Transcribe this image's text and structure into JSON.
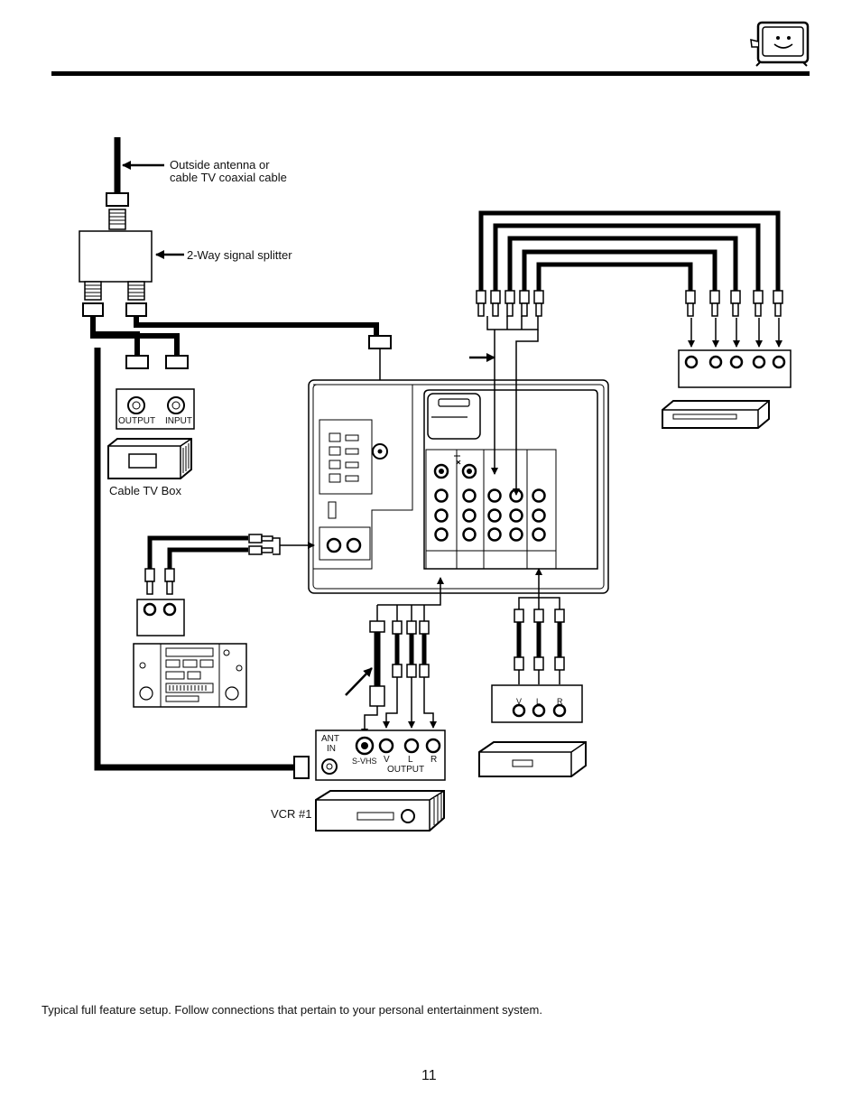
{
  "labels": {
    "antenna_line1": "Outside antenna or",
    "antenna_line2": "cable TV coaxial cable",
    "splitter": "2-Way signal splitter",
    "cable_box_output": "OUTPUT",
    "cable_box_input": "INPUT",
    "cable_box": "Cable TV Box",
    "vcr_ant_line1": "ANT",
    "vcr_ant_line2": "IN",
    "vcr_svhs": "S-VHS",
    "vcr_v": "V",
    "vcr_l": "L",
    "vcr_r": "R",
    "vcr_output": "OUTPUT",
    "vcr1": "VCR #1",
    "vcr2_v": "V",
    "vcr2_l": "L",
    "vcr2_r": "R"
  },
  "caption": "Typical full feature setup.  Follow connections that pertain to your personal entertainment system.",
  "page_number": "11"
}
